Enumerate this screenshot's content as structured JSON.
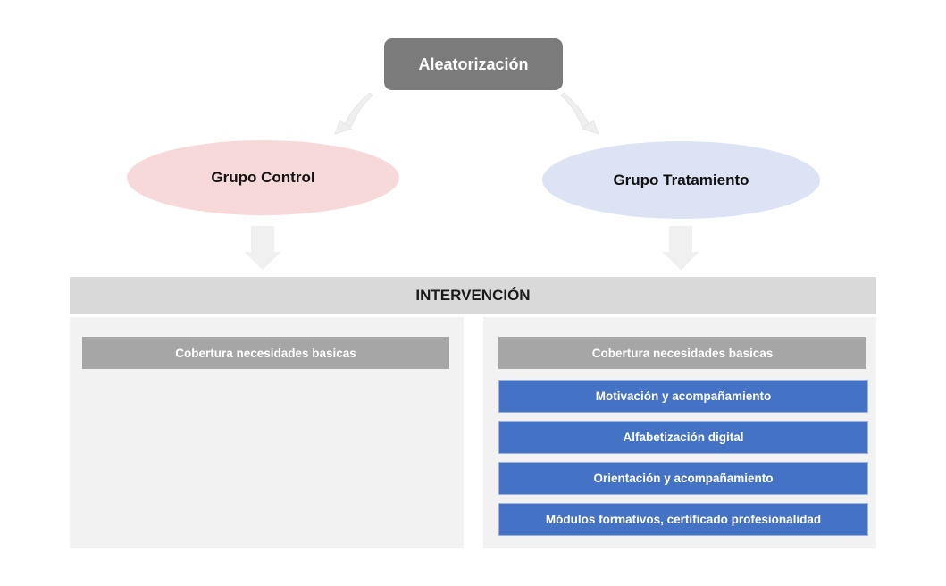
{
  "diagram": {
    "root_label": "Aleatorización",
    "groups": [
      {
        "id": "control",
        "label": "Grupo Control",
        "fill": "#f7d9da"
      },
      {
        "id": "treatment",
        "label": "Grupo Tratamiento",
        "fill": "#dbe3f4"
      }
    ],
    "intervention": {
      "title": "INTERVENCIÓN",
      "control_items": [
        {
          "label": "Cobertura necesidades basicas",
          "color": "#a6a6a6"
        }
      ],
      "treatment_items": [
        {
          "label": "Cobertura necesidades basicas",
          "color": "#a6a6a6"
        },
        {
          "label": "Motivación y acompañamiento",
          "color": "#4472c4"
        },
        {
          "label": "Alfabetización digital",
          "color": "#4472c4"
        },
        {
          "label": "Orientación y acompañamiento",
          "color": "#4472c4"
        },
        {
          "label": "Módulos formativos, certificado profesionalidad",
          "color": "#4472c4"
        }
      ]
    },
    "colors": {
      "root_box": "#7b7b7b",
      "banner": "#d9d9d9",
      "panel_background": "#f2f2f2",
      "gray_bar": "#a6a6a6",
      "blue_bar": "#4472c4",
      "arrow": "#f0f0f0"
    }
  }
}
